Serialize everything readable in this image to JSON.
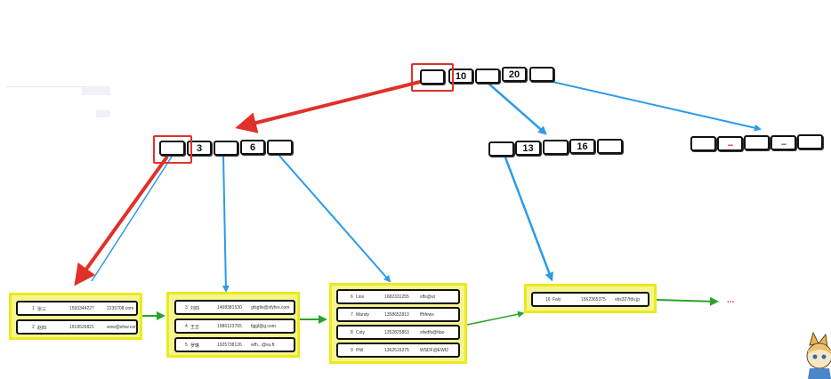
{
  "root_node": {
    "keys": [
      "",
      "10",
      "",
      "20",
      ""
    ]
  },
  "internal_nodes": [
    {
      "keys": [
        "",
        "3",
        "",
        "6",
        ""
      ]
    },
    {
      "keys": [
        "",
        "13",
        "",
        "16",
        ""
      ]
    },
    {
      "keys": [
        "",
        "...",
        "",
        "...",
        ""
      ]
    }
  ],
  "leaf_pages": [
    {
      "rows": [
        {
          "id": "1",
          "name": "张三",
          "phone": "1593344227",
          "email": "2235708.com"
        },
        {
          "id": "2",
          "name": "赵四",
          "phone": "1919526821",
          "email": "wxw@sfxw.com"
        }
      ]
    },
    {
      "rows": [
        {
          "id": "3",
          "name": "刘四",
          "phone": "1468381530",
          "email": "gfsgfw@sfyfes.com"
        },
        {
          "id": "4",
          "name": "王五",
          "phone": "1986123765",
          "email": "fgjgl@g.com"
        },
        {
          "id": "5",
          "name": "罗琳",
          "phone": "1925738126",
          "email": "wfh...@su.ft"
        }
      ]
    },
    {
      "rows": [
        {
          "id": "6",
          "name": "Liox",
          "phone": "1682331255",
          "email": "sffs@ut"
        },
        {
          "id": "7",
          "name": "Mandy",
          "phone": "1358652810",
          "email": "ffhfews"
        },
        {
          "id": "8",
          "name": "Csty",
          "phone": "1352825863",
          "email": "sfwdfs@ttao"
        },
        {
          "id": "9",
          "name": "Phil",
          "phone": "1362515275",
          "email": "WSDF@EWf2"
        }
      ]
    },
    {
      "rows": [
        {
          "id": "16",
          "name": "Faly",
          "phone": "1562365375",
          "email": "vbs327fds.jp"
        }
      ]
    }
  ],
  "continuation_label": "...",
  "colors": {
    "search_path": "#e0302a",
    "pointer": "#2b9be8",
    "leaf_link": "#2ba32b",
    "leaf_fill": "#f5f590",
    "leaf_border": "#eaea1c"
  }
}
